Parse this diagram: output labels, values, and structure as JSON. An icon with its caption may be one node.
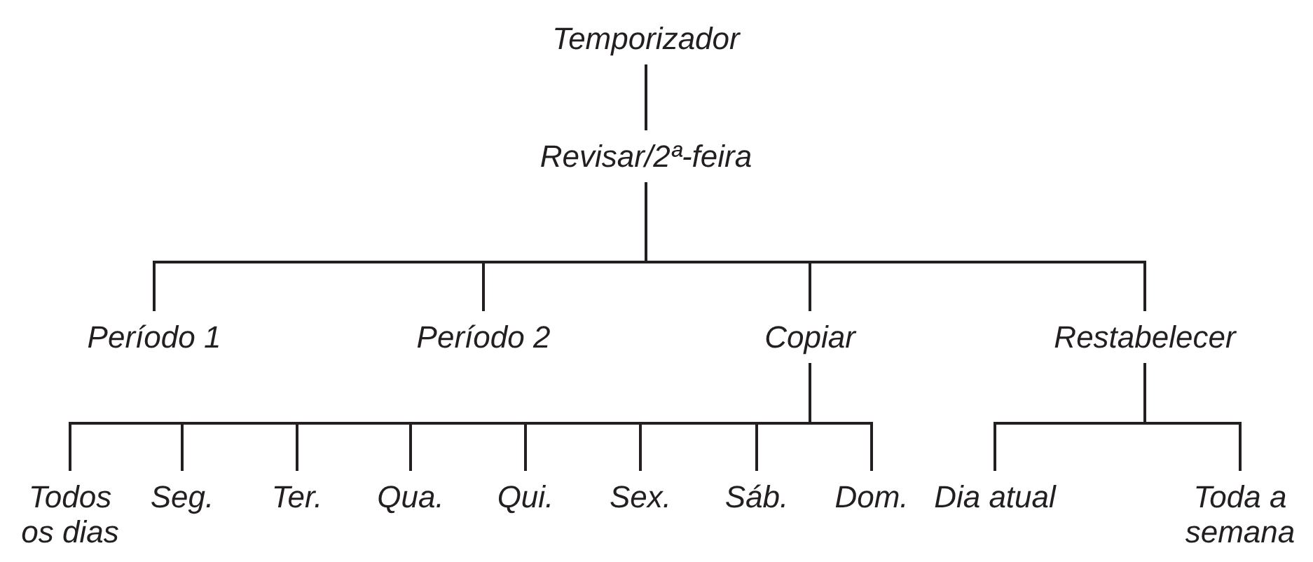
{
  "diagram": {
    "nodes": [
      {
        "text": [
          "Temporizador"
        ]
      },
      {
        "text": [
          "Revisar/2ª-feira"
        ]
      },
      {
        "text": [
          "Período 1"
        ]
      },
      {
        "text": [
          "Período 2"
        ]
      },
      {
        "text": [
          "Copiar"
        ]
      },
      {
        "text": [
          "Restabelecer"
        ]
      },
      {
        "text": [
          "Todos os dias"
        ]
      },
      {
        "text": [
          "Seg."
        ]
      },
      {
        "text": [
          "Ter."
        ]
      },
      {
        "text": [
          "Qua."
        ]
      },
      {
        "text": [
          "Qui."
        ]
      },
      {
        "text": [
          "Sex."
        ]
      },
      {
        "text": [
          "Sáb."
        ]
      },
      {
        "text": [
          "Dom."
        ]
      },
      {
        "text": [
          "Dia atual"
        ]
      },
      {
        "text": [
          "Toda a semana"
        ]
      }
    ],
    "edges": [
      {
        "from": 0,
        "to": 1,
        "arrow": "none"
      },
      {
        "from": 1,
        "to": 2,
        "arrow": "none"
      },
      {
        "from": 1,
        "to": 3,
        "arrow": "none"
      },
      {
        "from": 1,
        "to": 4,
        "arrow": "none"
      },
      {
        "from": 1,
        "to": 5,
        "arrow": "none"
      },
      {
        "from": 4,
        "to": 6,
        "arrow": "none"
      },
      {
        "from": 4,
        "to": 7,
        "arrow": "none"
      },
      {
        "from": 4,
        "to": 8,
        "arrow": "none"
      },
      {
        "from": 4,
        "to": 9,
        "arrow": "none"
      },
      {
        "from": 4,
        "to": 10,
        "arrow": "none"
      },
      {
        "from": 4,
        "to": 11,
        "arrow": "none"
      },
      {
        "from": 4,
        "to": 12,
        "arrow": "none"
      },
      {
        "from": 4,
        "to": 13,
        "arrow": "none"
      },
      {
        "from": 5,
        "to": 14,
        "arrow": "none"
      },
      {
        "from": 5,
        "to": 15,
        "arrow": "none"
      }
    ]
  }
}
